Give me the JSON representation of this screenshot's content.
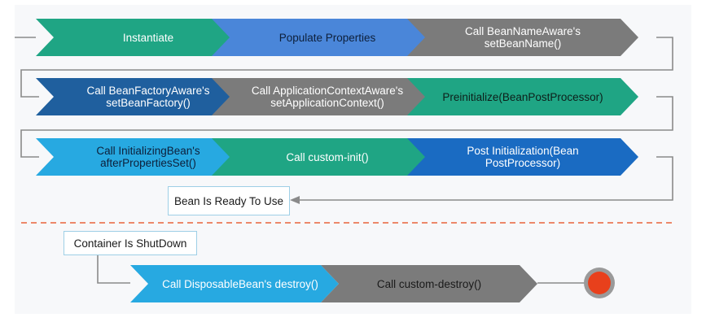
{
  "rows": [
    {
      "steps": [
        {
          "label": "Instantiate",
          "color": "#1fa584",
          "text_color": "#ffffff"
        },
        {
          "label": "Populate Properties",
          "color": "#4a86d9",
          "text_color": "#0d1f3a"
        },
        {
          "label": "Call BeanNameAware's\nsetBeanName()",
          "color": "#7b7b7b",
          "text_color": "#ffffff"
        }
      ]
    },
    {
      "steps": [
        {
          "label": "Call BeanFactoryAware's\nsetBeanFactory()",
          "color": "#1f5f9e",
          "text_color": "#ffffff"
        },
        {
          "label": "Call ApplicationContextAware's\nsetApplicationContext()",
          "color": "#7b7b7b",
          "text_color": "#ffffff"
        },
        {
          "label": "Preinitialize(BeanPostProcessor)",
          "color": "#1fa584",
          "text_color": "#0d1f1a"
        }
      ]
    },
    {
      "steps": [
        {
          "label": "Call InitializingBean's\nafterPropertiesSet()",
          "color": "#27a9e1",
          "text_color": "#0d1f3a"
        },
        {
          "label": "Call custom-init()",
          "color": "#1fa584",
          "text_color": "#ffffff"
        },
        {
          "label": "Post Initialization(Bean\nPostProcessor)",
          "color": "#1a6bc2",
          "text_color": "#ffffff"
        }
      ]
    }
  ],
  "ready_box": {
    "label": "Bean Is Ready To Use"
  },
  "shutdown_box": {
    "label": "Container Is ShutDown"
  },
  "destroy_steps": [
    {
      "label": "Call DisposableBean's destroy()",
      "color": "#27a9e1",
      "text_color": "#ffffff"
    },
    {
      "label": "Call custom-destroy()",
      "color": "#7b7b7b",
      "text_color": "#1a1a1a"
    }
  ],
  "colors": {
    "connector": "#8a8a8a",
    "divider": "#e8623a",
    "end_dot": "#e8401c",
    "end_ring": "#9a9a9a",
    "box_border": "#9ecfe6"
  }
}
